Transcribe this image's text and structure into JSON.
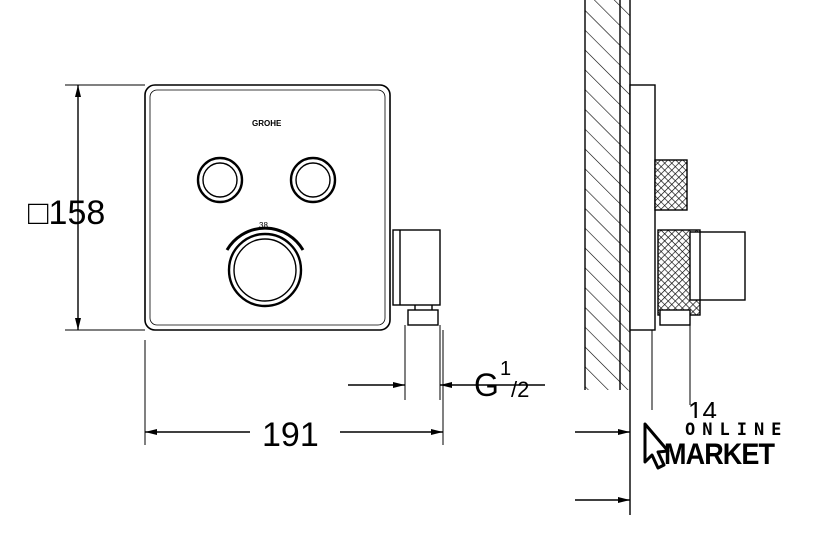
{
  "drawing": {
    "height_dim": "□158",
    "width_dim": "191",
    "thread_label": "G",
    "thread_num": "1",
    "thread_den": "/2",
    "temp_mark": "38",
    "depth_dim": "14",
    "brand_mark": "GROHE"
  },
  "watermark": {
    "line1": "ONLINE",
    "line2": "MARKET"
  }
}
